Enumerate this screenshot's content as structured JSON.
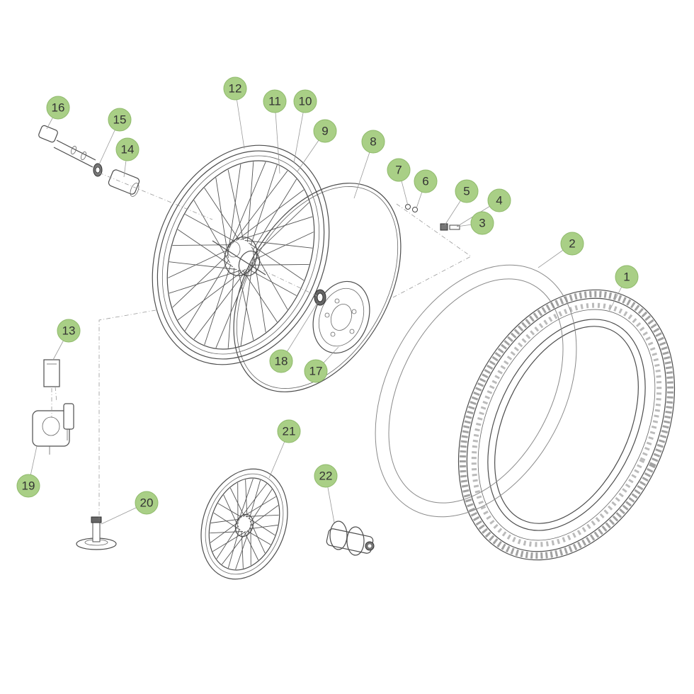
{
  "callouts": [
    {
      "label": "1"
    },
    {
      "label": "2"
    },
    {
      "label": "3"
    },
    {
      "label": "4"
    },
    {
      "label": "5"
    },
    {
      "label": "6"
    },
    {
      "label": "7"
    },
    {
      "label": "8"
    },
    {
      "label": "9"
    },
    {
      "label": "10"
    },
    {
      "label": "11"
    },
    {
      "label": "12"
    },
    {
      "label": "13"
    },
    {
      "label": "14"
    },
    {
      "label": "15"
    },
    {
      "label": "16"
    },
    {
      "label": "17"
    },
    {
      "label": "18"
    },
    {
      "label": "19"
    },
    {
      "label": "20"
    },
    {
      "label": "21"
    },
    {
      "label": "22"
    }
  ],
  "colors": {
    "callout_fill": "#a9cf86",
    "line": "#4d4d4d",
    "leader": "#9a9a9a",
    "background": "#ffffff"
  }
}
